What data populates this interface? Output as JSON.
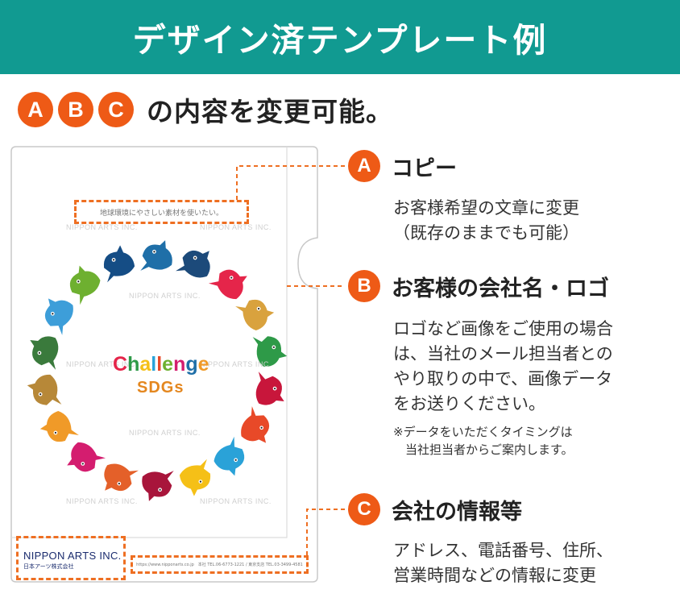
{
  "banner": {
    "title": "デザイン済テンプレート例"
  },
  "subtitle": {
    "letters": [
      "A",
      "B",
      "C"
    ],
    "text": "の内容を変更可能。"
  },
  "folder": {
    "copy_text": "地球環境にやさしい素材を使いたい。",
    "watermark": "NIPPON ARTS INC.",
    "challenge_text": "Challenge",
    "sdgs_text": "SDGs",
    "logo_main": "NIPPON ARTS INC.",
    "logo_sub": "日本アーツ株式会社",
    "info_text": "https://www.nipponarts.co.jp　本社 TEL.06-6773-1221 / 東京支店 TEL.03-3499-4581"
  },
  "sections": [
    {
      "letter": "A",
      "title": "コピー",
      "body": [
        "お客様希望の文章に変更",
        "（既存のままでも可能）"
      ]
    },
    {
      "letter": "B",
      "title": "お客様の会社名・ロゴ",
      "body": [
        "ロゴなど画像をご使用の場合",
        "は、当社のメール担当者との",
        "やり取りの中で、画像データ",
        "をお送りください。"
      ],
      "note": [
        "※データをいただくタイミングは",
        "　当社担当者からご案内します。"
      ]
    },
    {
      "letter": "C",
      "title": "会社の情報等",
      "body": [
        "アドレス、電話番号、住所、",
        "営業時間などの情報に変更"
      ]
    }
  ],
  "colors": {
    "banner": "#119a91",
    "accent": "#ee5a16",
    "dash": "#ee6f22"
  },
  "birds": [
    "#1f6fa8",
    "#1c4a7a",
    "#e5254a",
    "#d9a23e",
    "#2e9a48",
    "#c8163b",
    "#e84928",
    "#2aa2d8",
    "#f5c017",
    "#a8153b",
    "#e46029",
    "#d41d6f",
    "#f09a28",
    "#b78838",
    "#3a7a3c",
    "#3d9ed9",
    "#6eb030",
    "#154d85"
  ]
}
